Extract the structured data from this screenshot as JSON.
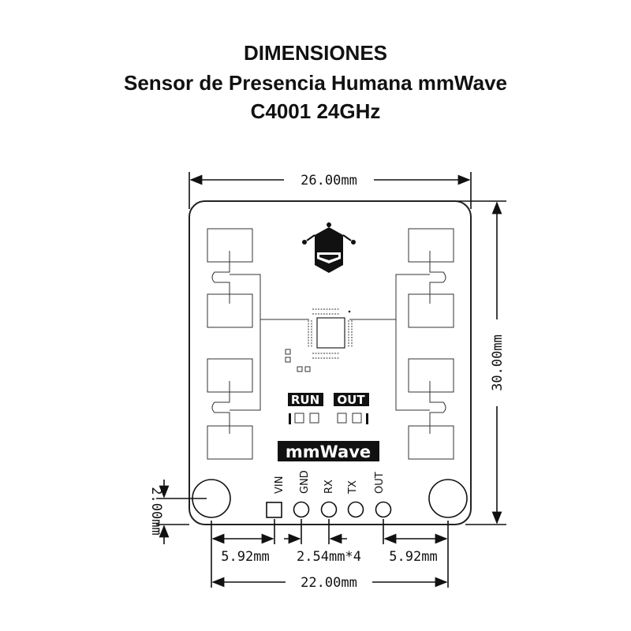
{
  "title": {
    "line1": "DIMENSIONES",
    "line2": "Sensor de Presencia Humana mmWave",
    "line3": "C4001 24GHz"
  },
  "dimensions": {
    "width": "26.00mm",
    "height": "30.00mm",
    "hole_offset": "2.00mm",
    "edge_left": "5.92mm",
    "pitch": "2.54mm*4",
    "edge_right": "5.92mm",
    "hole_span": "22.00mm"
  },
  "board": {
    "led_run": "RUN",
    "led_out": "OUT",
    "label": "mmWave",
    "pins": [
      "VIN",
      "GND",
      "RX",
      "TX",
      "OUT"
    ]
  }
}
